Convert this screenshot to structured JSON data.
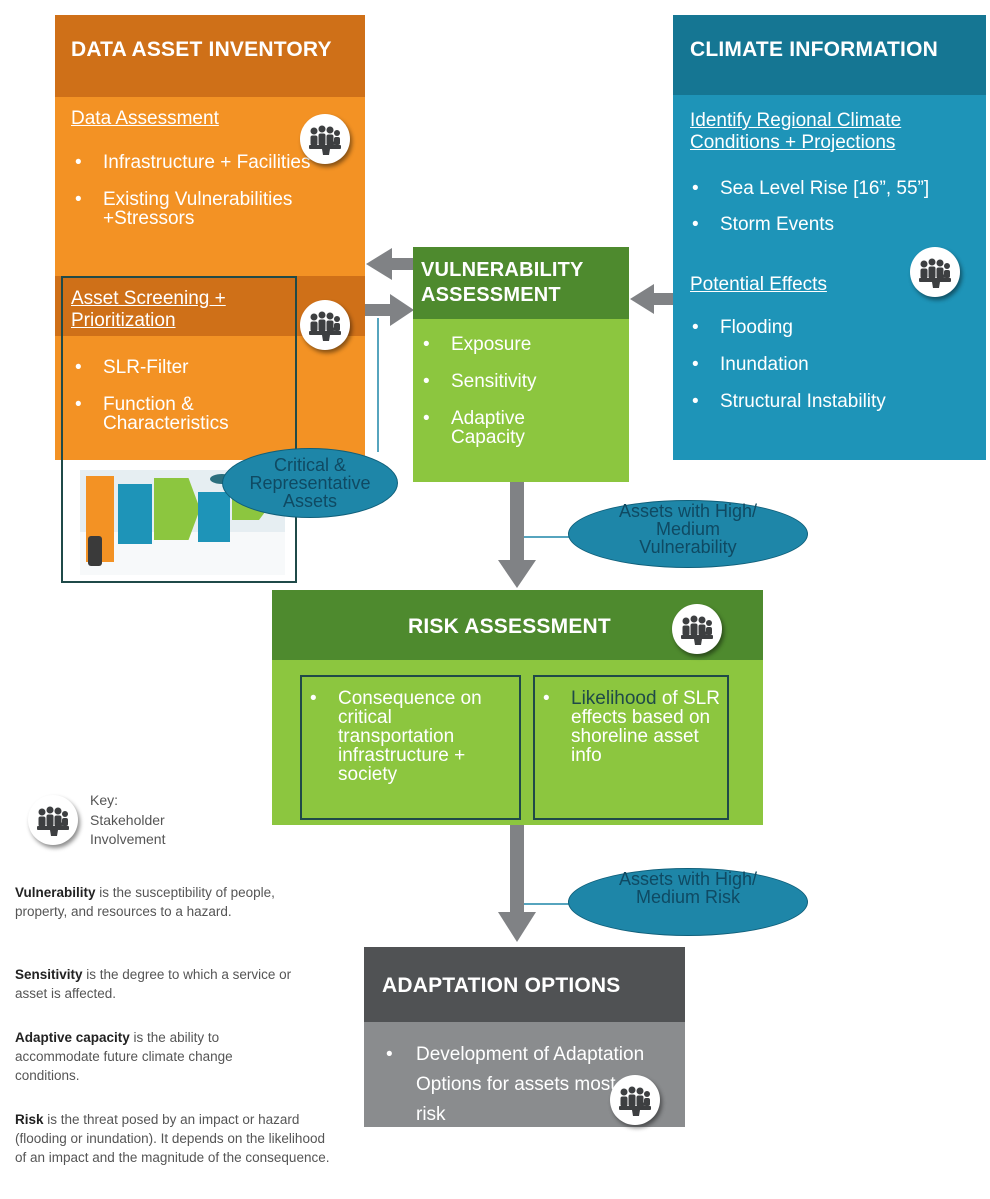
{
  "data_asset_inventory": {
    "title": "DATA ASSET INVENTORY",
    "data_assessment": {
      "label": "Data Assessment",
      "items": [
        "Infrastructure + Facilities",
        "Existing Vulnerabilities +Stressors"
      ]
    },
    "asset_screening": {
      "label": "Asset Screening + Prioritization",
      "items": [
        "SLR-Filter",
        "Function & Characteristics"
      ]
    },
    "critical_assets_label": "Critical & Representative Assets"
  },
  "climate_information": {
    "title": "CLIMATE INFORMATION",
    "regional": {
      "label": "Identify Regional Climate Conditions + Projections",
      "items": [
        "Sea Level Rise [16”, 55”]",
        "Storm Events"
      ]
    },
    "potential_effects": {
      "label": "Potential Effects",
      "items": [
        "Flooding",
        "Inundation",
        "Structural Instability"
      ]
    }
  },
  "vulnerability_assessment": {
    "title": "VULNERABILITY ASSESSMENT",
    "items": [
      "Exposure",
      "Sensitivity",
      "Adaptive Capacity"
    ]
  },
  "vulnerability_output_label": "Assets with High/ Medium Vulnerability",
  "risk_assessment": {
    "title": "RISK ASSESSMENT",
    "consequence": "Consequence on critical transportation infrastructure + society",
    "likelihood_word": "Likelihood",
    "likelihood_rest": " of SLR effects based on shoreline asset info"
  },
  "risk_output_label": "Assets with High/ Medium Risk",
  "adaptation_options": {
    "title": "ADAPTATION OPTIONS",
    "item": "Development of Adaptation Options for assets most at risk"
  },
  "key": {
    "label": "Key:",
    "meaning": "Stakeholder Involvement"
  },
  "definitions": {
    "vulnerability": {
      "term": "Vulnerability",
      "text": " is the susceptibility of people, property, and resources to a hazard."
    },
    "sensitivity": {
      "term": "Sensitivity",
      "text": " is the degree to which a service or asset is affected."
    },
    "adaptive_capacity": {
      "term": "Adaptive capacity",
      "text": " is the ability to accommodate future climate change conditions."
    },
    "risk": {
      "term": "Risk",
      "text": " is the threat posed by an impact or hazard (flooding or inundation). It depends on the likelihood of an impact and the magnitude of the consequence."
    }
  },
  "colors": {
    "orange_header": "#cf7018",
    "orange_body": "#f39224",
    "teal_header": "#157693",
    "teal_body": "#1e94b8",
    "green_header": "#4e8a2e",
    "green_body": "#8cc63f",
    "gray_header": "#505254",
    "gray_body": "#8a8c8e",
    "arrow": "#808285"
  },
  "icons": {
    "stakeholder": "stakeholder-group-icon"
  }
}
